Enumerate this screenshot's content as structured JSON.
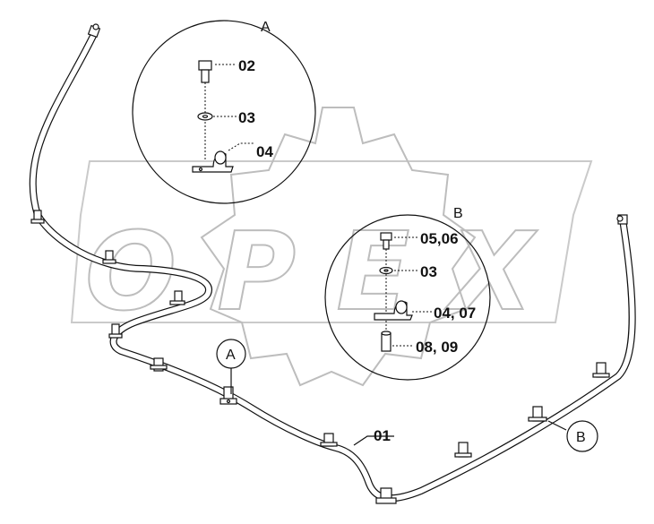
{
  "watermark": {
    "text": "OPEX"
  },
  "corner_mark": "",
  "detail_a": {
    "title": "A",
    "callouts": [
      {
        "label": "02",
        "part": "bolt"
      },
      {
        "label": "03",
        "part": "washer"
      },
      {
        "label": "04",
        "part": "clamp"
      }
    ]
  },
  "detail_b": {
    "title": "B",
    "callouts": [
      {
        "label": "05,06",
        "part": "bolt"
      },
      {
        "label": "03",
        "part": "washer"
      },
      {
        "label": "04, 07",
        "part": "clamp"
      },
      {
        "label": "08, 09",
        "part": "spacer"
      }
    ]
  },
  "main": {
    "part_label": "01",
    "ref_a": "A",
    "ref_b": "B"
  },
  "colors": {
    "line": "#111111",
    "watermark": "#bdbdbd",
    "background": "#ffffff"
  }
}
